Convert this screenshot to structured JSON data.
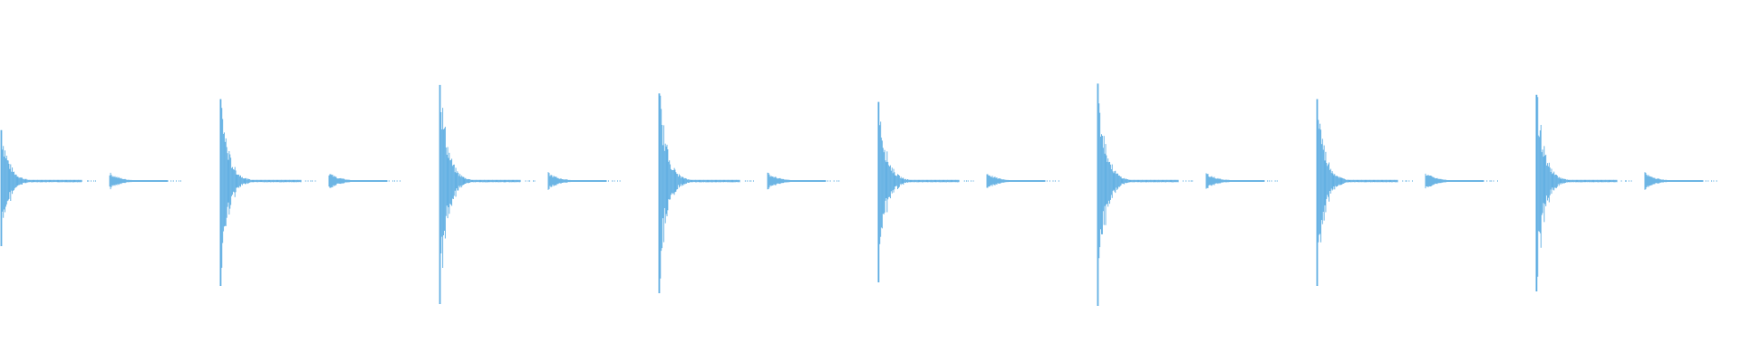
{
  "waveform": {
    "color": "#5dade2",
    "background": "#ffffff",
    "beat_count": 8,
    "beats": [
      {
        "index": 1,
        "main_peak": 0.36,
        "echo_peak": 0.05
      },
      {
        "index": 2,
        "main_peak": 0.58,
        "echo_peak": 0.05
      },
      {
        "index": 3,
        "main_peak": 0.68,
        "echo_peak": 0.05
      },
      {
        "index": 4,
        "main_peak": 0.62,
        "echo_peak": 0.05
      },
      {
        "index": 5,
        "main_peak": 0.56,
        "echo_peak": 0.05
      },
      {
        "index": 6,
        "main_peak": 0.69,
        "echo_peak": 0.05
      },
      {
        "index": 7,
        "main_peak": 0.58,
        "echo_peak": 0.05
      },
      {
        "index": 8,
        "main_peak": 0.61,
        "echo_peak": 0.05
      }
    ]
  }
}
